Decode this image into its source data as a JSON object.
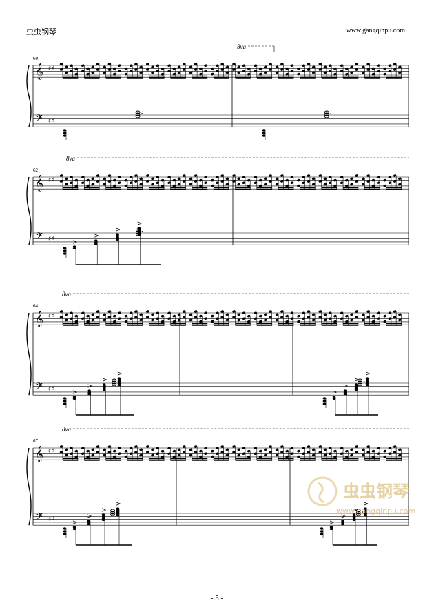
{
  "header": {
    "left_title": "虫虫钢琴",
    "right_url": "www.gangqinpu.com"
  },
  "systems": [
    {
      "measure_start": "60",
      "ottava": "8va"
    },
    {
      "measure_start": "62",
      "ottava": "8va"
    },
    {
      "measure_start": "64",
      "ottava": "8va"
    },
    {
      "measure_start": "67",
      "ottava": "8va"
    }
  ],
  "watermark": {
    "brand": "虫虫钢琴",
    "url": "www.gangqinpu.com",
    "color": "#d9b56a"
  },
  "footer": {
    "page_number": "- 5 -"
  }
}
